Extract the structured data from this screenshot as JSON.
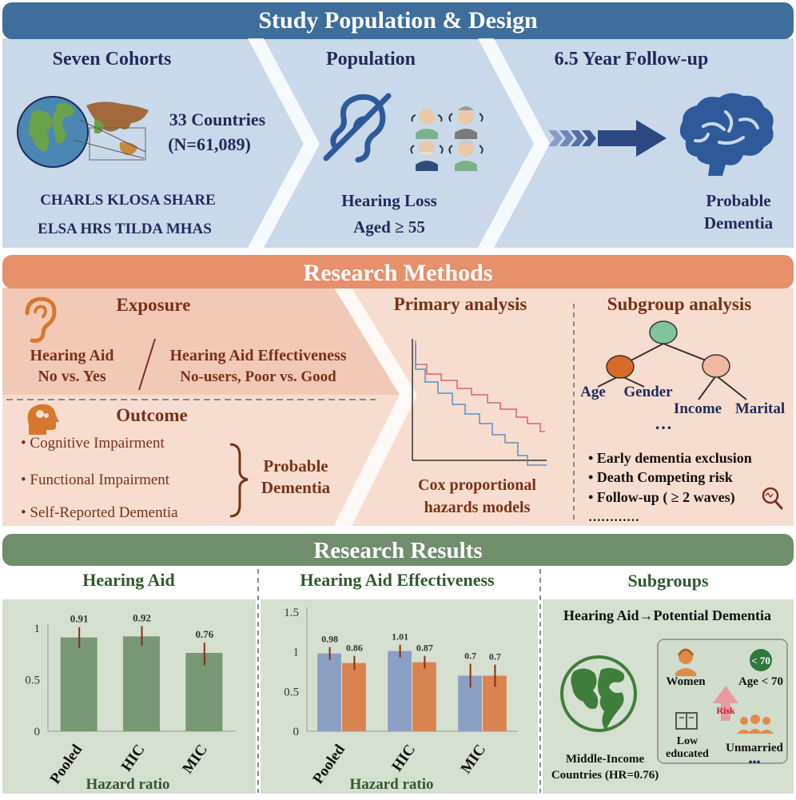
{
  "design": {
    "header": "Study Population & Design",
    "cohorts": {
      "title": "Seven Cohorts",
      "countries": "33 Countries",
      "n": "(N=61,089)",
      "line1": "CHARLS  KLOSA SHARE",
      "line2": "ELSA HRS TILDA MHAS"
    },
    "population": {
      "title": "Population",
      "line1": "Hearing Loss",
      "line2": "Aged ≥ 55"
    },
    "followup": {
      "title": "6.5 Year Follow-up",
      "line1": "Probable",
      "line2": "Dementia"
    }
  },
  "methods": {
    "header": "Research Methods",
    "exposure": {
      "title": "Exposure",
      "left1": "Hearing Aid",
      "left2": "No vs. Yes",
      "right1": "Hearing Aid Effectiveness",
      "right2": "No-users, Poor vs. Good"
    },
    "outcome": {
      "title": "Outcome",
      "items": [
        "• Cognitive Impairment",
        "• Functional Impairment",
        "• Self-Reported Dementia"
      ],
      "result1": "Probable",
      "result2": "Dementia"
    },
    "primary": {
      "title": "Primary analysis",
      "caption1": "Cox proportional",
      "caption2": "hazards models"
    },
    "subgroup": {
      "title": "Subgroup analysis",
      "nodes": [
        "Age",
        "Gender",
        "Income",
        "Marital"
      ],
      "ellipsis": "…",
      "items": [
        "• Early dementia exclusion",
        "• Death Competing risk",
        "• Follow-up ( ≥ 2 waves)"
      ],
      "dots": "…………"
    }
  },
  "results": {
    "header": "Research Results",
    "panel1_title": "Hearing Aid",
    "panel2_title": "Hearing Aid Effectiveness",
    "panel3": {
      "title": "Subgroups",
      "subtitle": "Hearing Aid→Potential Dementia",
      "globe_label1": "Middle-Income",
      "globe_label2": "Countries (HR=0.76)",
      "women": "Women",
      "age_badge": "< 70",
      "age": "Age < 70",
      "risk": "Risk",
      "low1": "Low",
      "low2": "educated",
      "unmarried": "Unmarried",
      "dots": "•••"
    }
  },
  "colors": {
    "design_header": "#3d6e9c",
    "design_bg": "#c9d9ea",
    "methods_header": "#e6906c",
    "methods_bg": "#f7ddcf",
    "results_header": "#6e8e6c",
    "results_bg": "#d5dfcf",
    "bar_green": "#779775",
    "bar_blue": "#8b9fc3",
    "bar_orange": "#d98350",
    "error_bar": "#8a2c12",
    "text_navy": "#1b2d5c",
    "text_brown": "#7a3116",
    "text_green": "#2f5a2f"
  },
  "chart_data": [
    {
      "type": "bar",
      "categories": [
        "Pooled",
        "HIC",
        "MIC"
      ],
      "values": [
        0.91,
        0.92,
        0.76
      ],
      "errors": [
        [
          0.81,
          1.01
        ],
        [
          0.83,
          1.02
        ],
        [
          0.64,
          0.86
        ]
      ],
      "data_labels": [
        "0.91",
        "0.92",
        "0.76"
      ],
      "xlabel": "Hazard ratio",
      "ylim": [
        0,
        1
      ],
      "yticks": [
        "0",
        "0.5",
        "1"
      ]
    },
    {
      "type": "bar",
      "categories": [
        "Pooled",
        "HIC",
        "MIC"
      ],
      "series": [
        {
          "values": [
            0.98,
            1.01,
            0.7
          ],
          "data_labels": [
            "0.98",
            "1.01",
            "0.7"
          ],
          "errors": [
            [
              0.9,
              1.06
            ],
            [
              0.93,
              1.09
            ],
            [
              0.55,
              0.85
            ]
          ]
        },
        {
          "values": [
            0.86,
            0.87,
            0.7
          ],
          "data_labels": [
            "0.86",
            "0.87",
            "0.7"
          ],
          "errors": [
            [
              0.77,
              0.95
            ],
            [
              0.79,
              0.95
            ],
            [
              0.56,
              0.84
            ]
          ]
        }
      ],
      "xlabel": "Hazard ratio",
      "ylim": [
        0,
        1.5
      ],
      "yticks": [
        "0",
        "0.5",
        "1",
        "1.5"
      ]
    }
  ]
}
